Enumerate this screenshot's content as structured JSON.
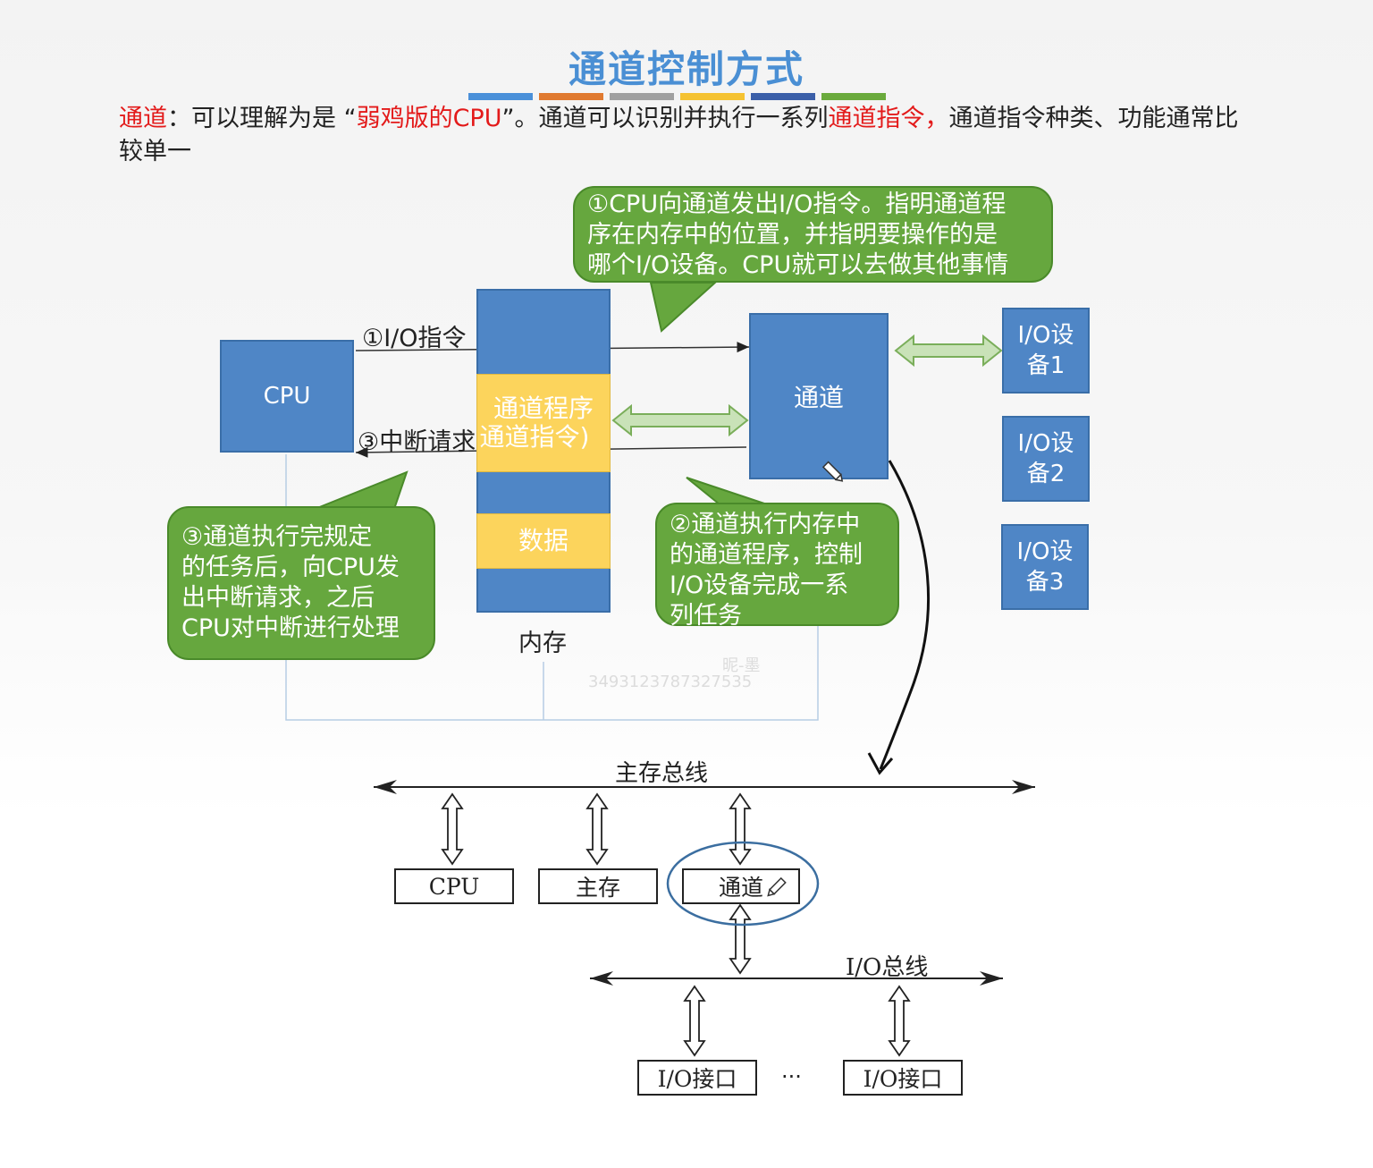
{
  "title": "通道控制方式",
  "title_bars": [
    "#4a90d9",
    "#e07a30",
    "#a0a0a0",
    "#f5c231",
    "#3b5fa8",
    "#6aaa3c"
  ],
  "intro": {
    "term": "通道",
    "sep": "：",
    "p1": "可以理解为是 “",
    "quoted": "弱鸡版的CPU",
    "p2": "”。通道可以识别并执行一系列",
    "instr": "通道指令，",
    "p3": "通道指令种类、功能通常比较单一"
  },
  "diagram1": {
    "cpu": "CPU",
    "memory_label": "内存",
    "channel_program": "通道程序",
    "channel_instr": "通道指令)",
    "data_block": "数据",
    "channel": "通道",
    "io_instr_label": "①I/O指令",
    "interrupt_label": "③中断请求",
    "devices": [
      {
        "line1": "I/O设",
        "line2": "备1"
      },
      {
        "line1": "I/O设",
        "line2": "备2"
      },
      {
        "line1": "I/O设",
        "line2": "备3"
      }
    ],
    "callout1": [
      "①CPU向通道发出I/O指令。指明通道程",
      "序在内存中的位置，并指明要操作的是",
      "哪个I/O设备。CPU就可以去做其他事情"
    ],
    "callout2": [
      "②通道执行内存中",
      "的通道程序，控制",
      "I/O设备完成一系",
      "列任务"
    ],
    "callout3": [
      "③通道执行完规定",
      "的任务后，向CPU发",
      "出中断请求，之后",
      "CPU对中断进行处理"
    ],
    "watermark1": "昵-墨",
    "watermark2": "3493123787327535"
  },
  "diagram2": {
    "main_bus": "主存总线",
    "io_bus": "I/O总线",
    "cpu": "CPU",
    "memory": "主存",
    "channel": "通道",
    "io_interface_1": "I/O接口",
    "io_interface_2": "I/O接口",
    "ellipsis": "···"
  },
  "colors": {
    "blue": "#4f86c6",
    "yellow": "#fcd45c",
    "green": "#66a73e",
    "title": "#4a8fd4",
    "red": "#e31a1a"
  },
  "icons": [
    "pencil-icon"
  ]
}
